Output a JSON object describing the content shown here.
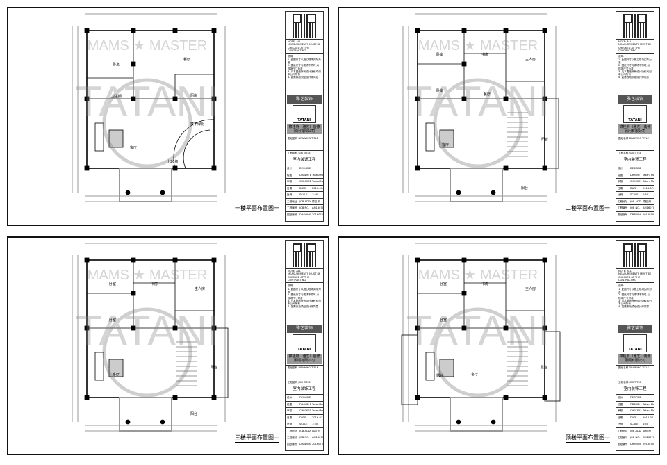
{
  "watermark": {
    "arc_text": "MAMS ★ MASTER",
    "main": "TATANI"
  },
  "title_block": {
    "note": "NOTE: ALL MEASUREMENTS MUST BE CHECKED AT THE CONTRACTING",
    "notes_heading": "说明:",
    "notes": [
      "1. 此图尺寸以施工现场实际为准",
      "2. 图纸尺寸与现场不符时,以现场尺寸为准",
      "3. 凡本图纸所有设计版权均归本公司所有",
      "4. 如需改动须经设计师同意"
    ],
    "brand": "雅艺装饰",
    "logo": "TATANI",
    "company": "锦桂府（雅艺）装修顾问有限公司",
    "drawing_title_label": "图纸名称 DRAWING TITLE",
    "job_title_label": "工程名称 JOB TITLE",
    "project": "室内装饰工程",
    "rows": [
      [
        "设计",
        "DESIGNED BY",
        ""
      ],
      [
        "绘图",
        "DRAWN BY",
        "Tatani Moore"
      ],
      [
        "审核",
        "CHECKED BY",
        "Tatani Moore"
      ],
      [
        "日期",
        "DATE",
        "2016-07-08"
      ],
      [
        "比例",
        "SCALE",
        "1:50"
      ],
      [
        "工程地址",
        "JOB ADDRESS",
        "锦桂 府"
      ],
      [
        "工程编号",
        "JOB NO.",
        "AM16070801"
      ],
      [
        "图纸编号",
        "DRAWING NO.",
        "2016070801"
      ]
    ]
  },
  "panels": [
    {
      "title": "一楼平面布置图一",
      "rooms": [
        "卧室",
        "餐厅",
        "卫生间",
        "厨房",
        "楼下绿化",
        "客厅",
        "上20级"
      ]
    },
    {
      "title": "二楼平面布置图一",
      "rooms": [
        "卧室",
        "书房",
        "主人房",
        "卧室",
        "餐厅",
        "客厅",
        "阳台",
        "阳台"
      ]
    },
    {
      "title": "三楼平面布置图一",
      "rooms": [
        "卧室",
        "书房",
        "主人房",
        "卧室",
        "客厅",
        "阳台",
        "阳台"
      ]
    },
    {
      "title": "顶楼平面布置图一",
      "rooms": [
        "卧室",
        "书房",
        "主人房",
        "卧室",
        "客厅",
        "露台",
        "露台"
      ]
    }
  ]
}
